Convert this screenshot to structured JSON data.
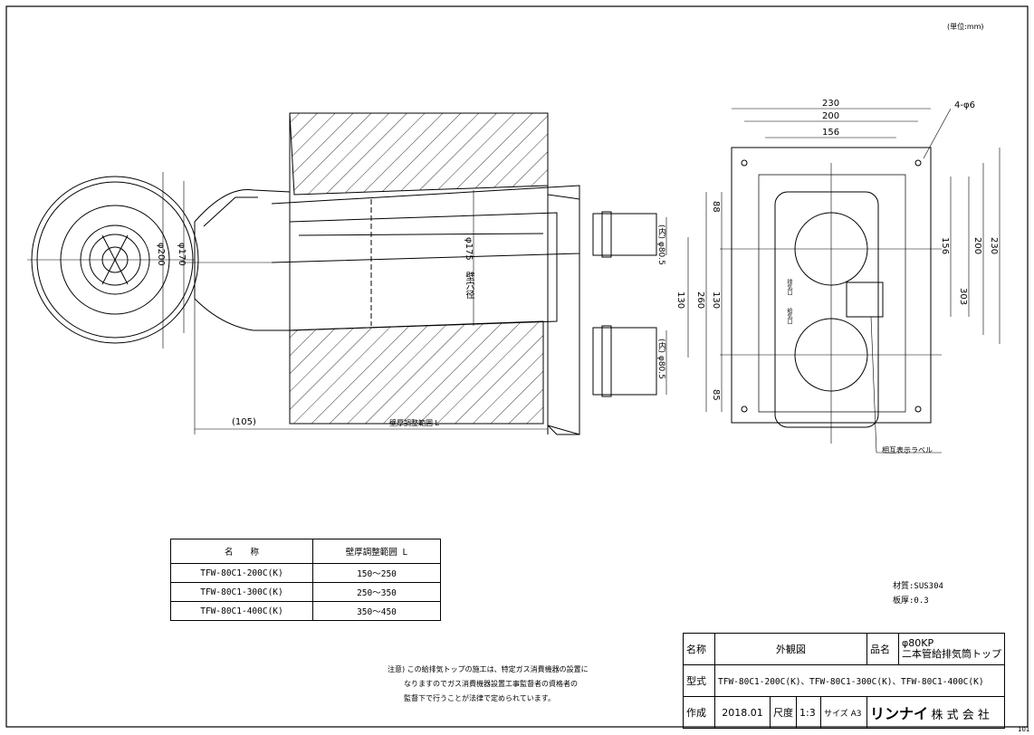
{
  "unit_note": "(単位:mm)",
  "side_view": {
    "dim_phi200": "φ200",
    "dim_phi170": "φ170",
    "dim_phi175": "φ175",
    "dim_wall_hole": "壁穴径",
    "dim_inner_top": "(内) φ80.5",
    "dim_inner_bottom": "(内) φ80.5",
    "dim_130": "130",
    "dim_105": "(105)",
    "dim_wall_range": "壁厚調整範囲 L"
  },
  "front_view": {
    "dim_230": "230",
    "dim_200": "200",
    "dim_156": "156",
    "hole_note": "4-φ6",
    "dim_88": "88",
    "dim_260": "260",
    "dim_130": "130",
    "dim_85": "85",
    "dim_right_156": "156",
    "dim_right_303": "303",
    "dim_right_200": "200",
    "dim_right_230": "230",
    "label_note": "相互表示ラベル",
    "marker_exhaust": "排気口",
    "marker_intake": "給気口"
  },
  "parts_table": {
    "headers": [
      "名　　称",
      "壁厚調整範囲 L"
    ],
    "rows": [
      [
        "TFW-80C1-200C(K)",
        "150〜250"
      ],
      [
        "TFW-80C1-300C(K)",
        "250〜350"
      ],
      [
        "TFW-80C1-400C(K)",
        "350〜450"
      ]
    ]
  },
  "material": "材質:SUS304",
  "thickness": "板厚:0.3",
  "caution": [
    "注意) この給排気トップの施工は、特定ガス消費機器の設置に",
    "なりますのでガス消費機器設置工事監督者の資格者の",
    "監督下で行うことが法律で定められています。"
  ],
  "title_block": {
    "name_label": "名称",
    "name_value": "外観図",
    "product_label": "品名",
    "product_line1": "φ80KP",
    "product_line2": "二本管給排気筒トップ",
    "model_label": "型式",
    "model_value": "TFW-80C1-200C(K)、TFW-80C1-300C(K)、TFW-80C1-400C(K)",
    "made_label": "作成",
    "made_value": "2018.01",
    "scale_label": "尺度",
    "scale_value": "1:3",
    "size_label": "サイズ",
    "size_value": "A3",
    "brand": "リンナイ",
    "company_suffix": "株 式 会 社"
  },
  "page_number": "101"
}
